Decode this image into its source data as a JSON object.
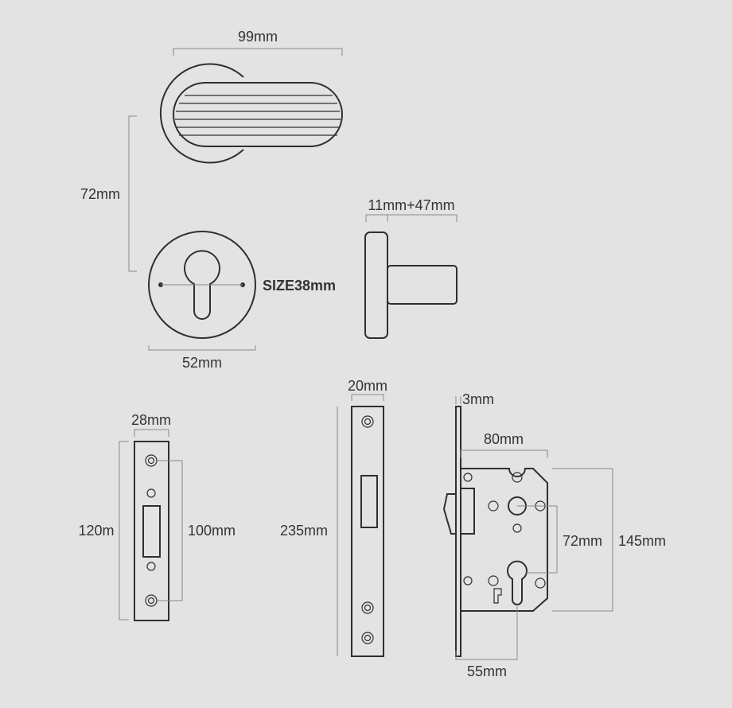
{
  "colors": {
    "background": "#e3e3e3",
    "line": "#2f2f2f",
    "dimension_line": "#8a8a8a",
    "text": "#333333"
  },
  "handle": {
    "width_label": "99mm",
    "height_label": "72mm"
  },
  "escutcheon": {
    "diameter_label": "52mm",
    "size_label": "SIZE38mm"
  },
  "side_view": {
    "depth_label": "11mm+47mm"
  },
  "strike_plate": {
    "width_label": "28mm",
    "height_label": "120m",
    "hole_spacing_label": "100mm"
  },
  "faceplate": {
    "width_label": "20mm",
    "height_label": "235mm"
  },
  "lock_body": {
    "plate_thickness_label": "3mm",
    "body_width_label": "80mm",
    "center_distance_label": "72mm",
    "body_height_label": "145mm",
    "backset_label": "55mm"
  }
}
